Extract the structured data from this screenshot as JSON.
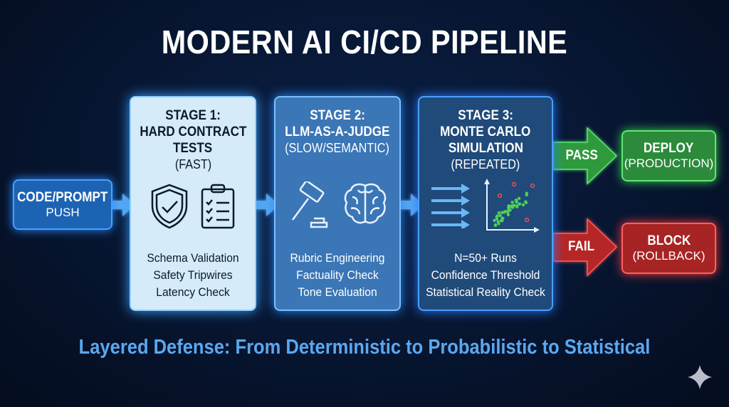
{
  "title": "MODERN AI CI/CD PIPELINE",
  "input": {
    "line1": "CODE/PROMPT",
    "line2": "PUSH"
  },
  "stages": [
    {
      "label": "STAGE 1:",
      "name_lines": [
        "HARD CONTRACT",
        "TESTS"
      ],
      "speed": "(FAST)",
      "icons": [
        "shield-check-icon",
        "checklist-clipboard-icon"
      ],
      "items": [
        "Schema Validation",
        "Safety Tripwires",
        "Latency Check"
      ]
    },
    {
      "label": "STAGE 2:",
      "name_lines": [
        "LLM-AS-A-JUDGE"
      ],
      "speed": "(SLOW/SEMANTIC)",
      "icons": [
        "gavel-icon",
        "brain-icon"
      ],
      "items": [
        "Rubric Engineering",
        "Factuality Check",
        "Tone Evaluation"
      ]
    },
    {
      "label": "STAGE 3:",
      "name_lines": [
        "MONTE CARLO",
        "SIMULATION"
      ],
      "speed": "(REPEATED)",
      "icons": [
        "parallel-arrows-icon",
        "scatter-plot-icon"
      ],
      "items": [
        "N=50+ Runs",
        "Confidence Threshold",
        "Statistical Reality Check"
      ]
    }
  ],
  "outcomes": {
    "pass": {
      "arrow_label": "PASS",
      "line1": "DEPLOY",
      "line2": "(PRODUCTION)",
      "color": "#2c8a3b"
    },
    "fail": {
      "arrow_label": "FAIL",
      "line1": "BLOCK",
      "line2": "(ROLLBACK)",
      "color": "#a72424"
    }
  },
  "subtitle": "Layered Defense: From Deterministic to Probabilistic to Statistical",
  "colors": {
    "background": "#071530",
    "accent": "#5aa8f0"
  }
}
